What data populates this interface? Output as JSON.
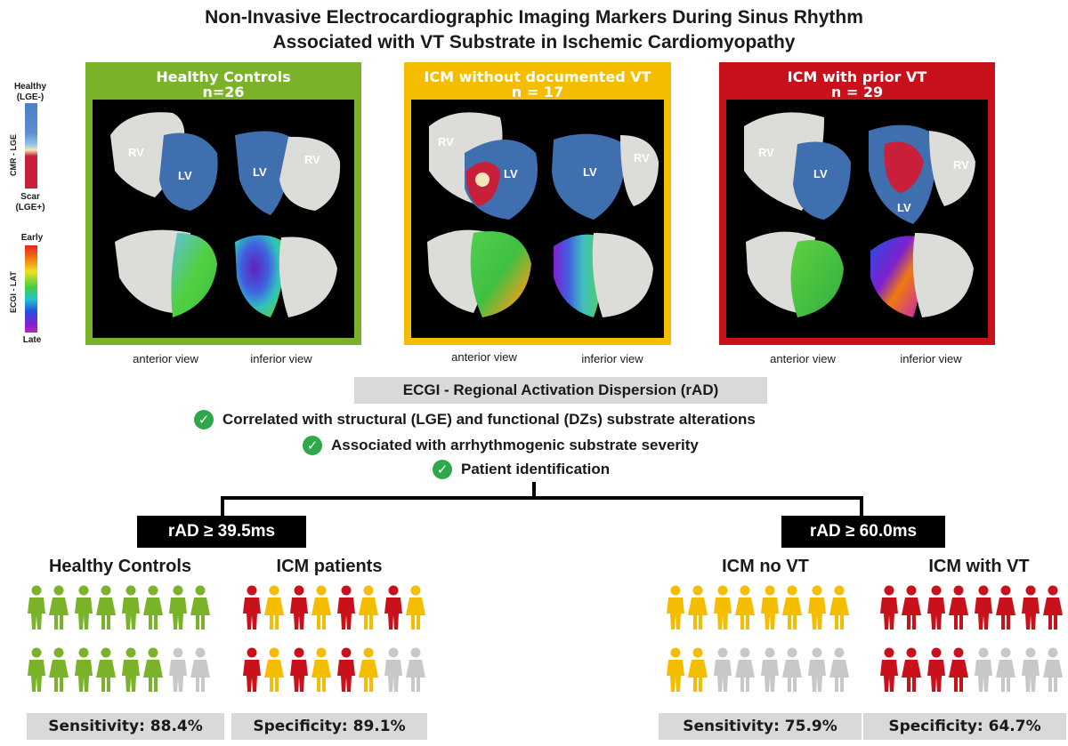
{
  "title_line1": "Non-Invasive Electrocardiographic Imaging Markers During Sinus Rhythm",
  "title_line2": "Associated with VT Substrate in Ischemic Cardiomyopathy",
  "legend": {
    "healthy": "Healthy",
    "lge_neg": "(LGE-)",
    "cmr_lge": "CMR - LGE",
    "scar": "Scar",
    "lge_pos": "(LGE+)",
    "early": "Early",
    "ecgi_lat": "ECGI - LAT",
    "late": "Late"
  },
  "panels": [
    {
      "title": "Healthy Controls",
      "n": "n=26",
      "color": "#7ab32a",
      "anterior": "anterior view",
      "inferior": "inferior view"
    },
    {
      "title": "ICM without documented VT",
      "n": "n = 17",
      "color": "#f5bd00",
      "anterior": "anterior view",
      "inferior": "inferior view"
    },
    {
      "title": "ICM with prior VT",
      "n": "n = 29",
      "color": "#c8111a",
      "anterior": "anterior view",
      "inferior": "inferior view"
    }
  ],
  "heart_labels": {
    "rv": "RV",
    "lv": "LV"
  },
  "rad_title": "ECGI - Regional Activation Dispersion (rAD)",
  "checks": [
    "Correlated with structural (LGE) and functional (DZs) substrate alterations",
    "Associated with arrhythmogenic substrate severity",
    "Patient identification"
  ],
  "thresholds": {
    "left": "rAD ≥ 39.5ms",
    "right": "rAD ≥ 60.0ms"
  },
  "groups": {
    "healthy_controls": "Healthy Controls",
    "icm_patients": "ICM patients",
    "icm_no_vt": "ICM no VT",
    "icm_with_vt": "ICM with VT"
  },
  "stats": {
    "sens_left": "Sensitivity: 88.4%",
    "spec_left": "Specificity: 89.1%",
    "sens_right": "Sensitivity: 75.9%",
    "spec_right": "Specificity: 64.7%"
  },
  "colors": {
    "green": "#7ab32a",
    "yellow": "#f5bd00",
    "red": "#c8111a",
    "grey": "#c8c8c8",
    "check": "#2ea84a"
  }
}
